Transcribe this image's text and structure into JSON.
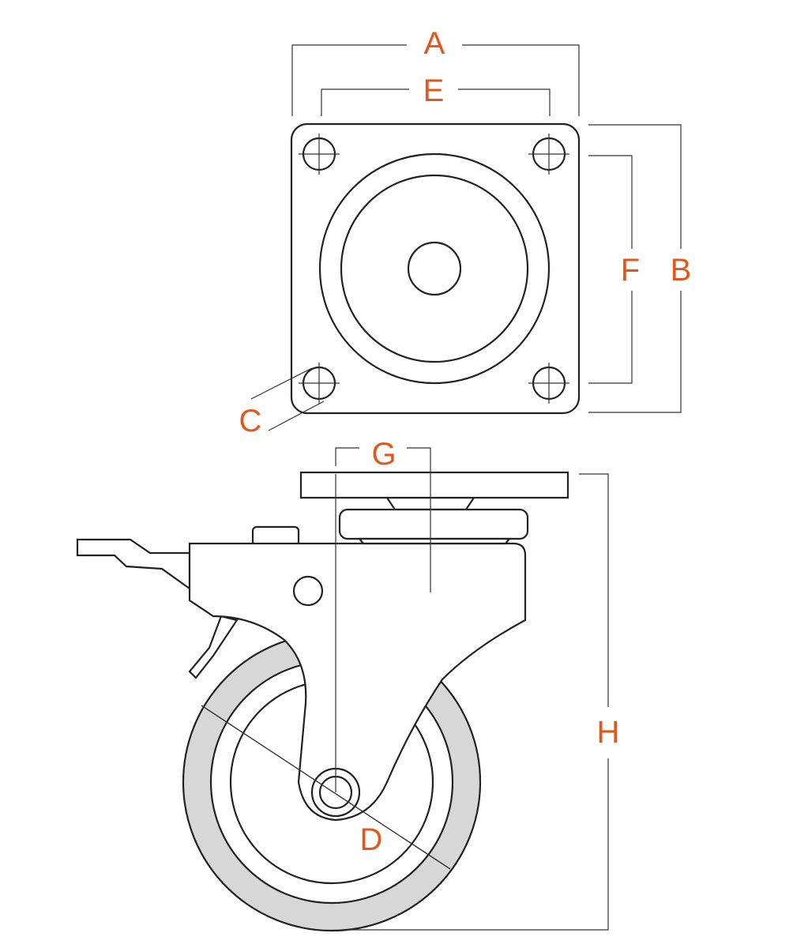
{
  "colors": {
    "label": "#e2571c",
    "tire": "#d7d7d7",
    "line": "#222222"
  },
  "labels": {
    "A": "A",
    "B": "B",
    "C": "C",
    "D": "D",
    "E": "E",
    "F": "F",
    "G": "G",
    "H": "H"
  }
}
